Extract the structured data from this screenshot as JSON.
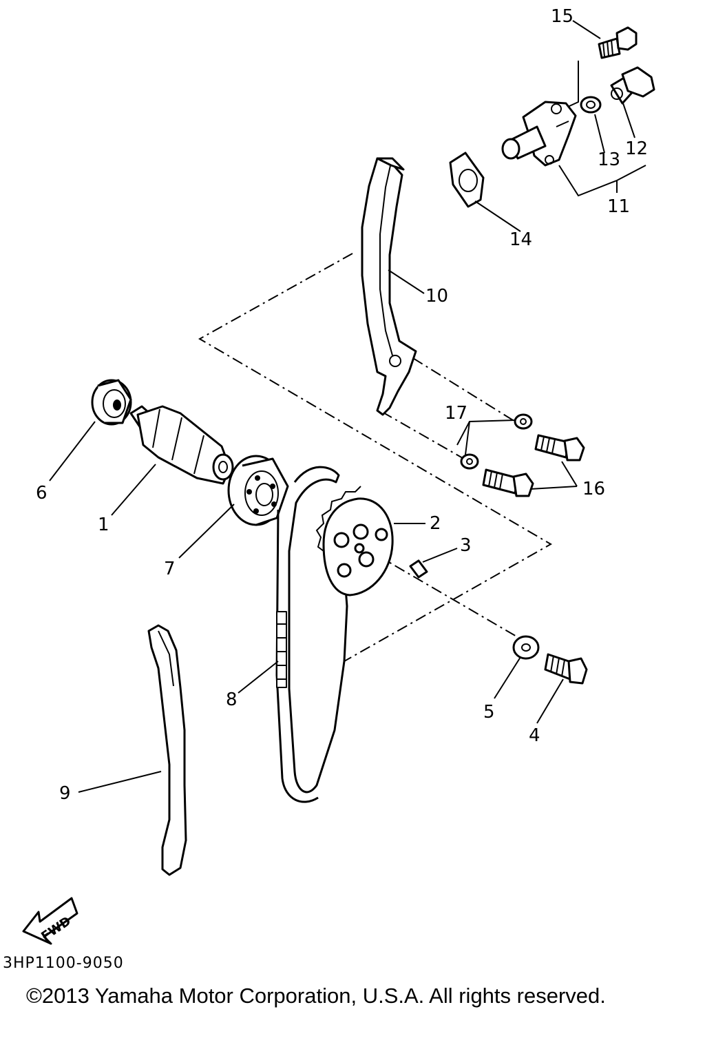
{
  "diagram": {
    "code": "3HP1100-9050",
    "copyright": "©2013 Yamaha Motor Corporation, U.S.A. All rights reserved.",
    "fwd_label": "FWD",
    "callouts": [
      "1",
      "2",
      "3",
      "4",
      "5",
      "6",
      "7",
      "8",
      "9",
      "10",
      "11",
      "12",
      "13",
      "14",
      "15",
      "16",
      "17"
    ]
  }
}
